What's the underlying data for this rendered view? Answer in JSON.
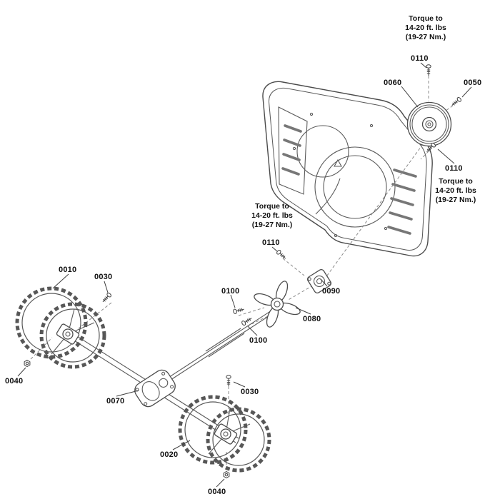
{
  "diagram": {
    "torque_note": {
      "line1": "Torque to",
      "line2": "14-20 ft. lbs",
      "line3": "(19-27 Nm.)"
    },
    "parts": {
      "p0010": "0010",
      "p0020": "0020",
      "p0030": "0030",
      "p0040": "0040",
      "p0050": "0050",
      "p0060": "0060",
      "p0070": "0070",
      "p0080": "0080",
      "p0090": "0090",
      "p0100": "0100",
      "p0110": "0110"
    },
    "art_color": "#4b4b4b"
  }
}
